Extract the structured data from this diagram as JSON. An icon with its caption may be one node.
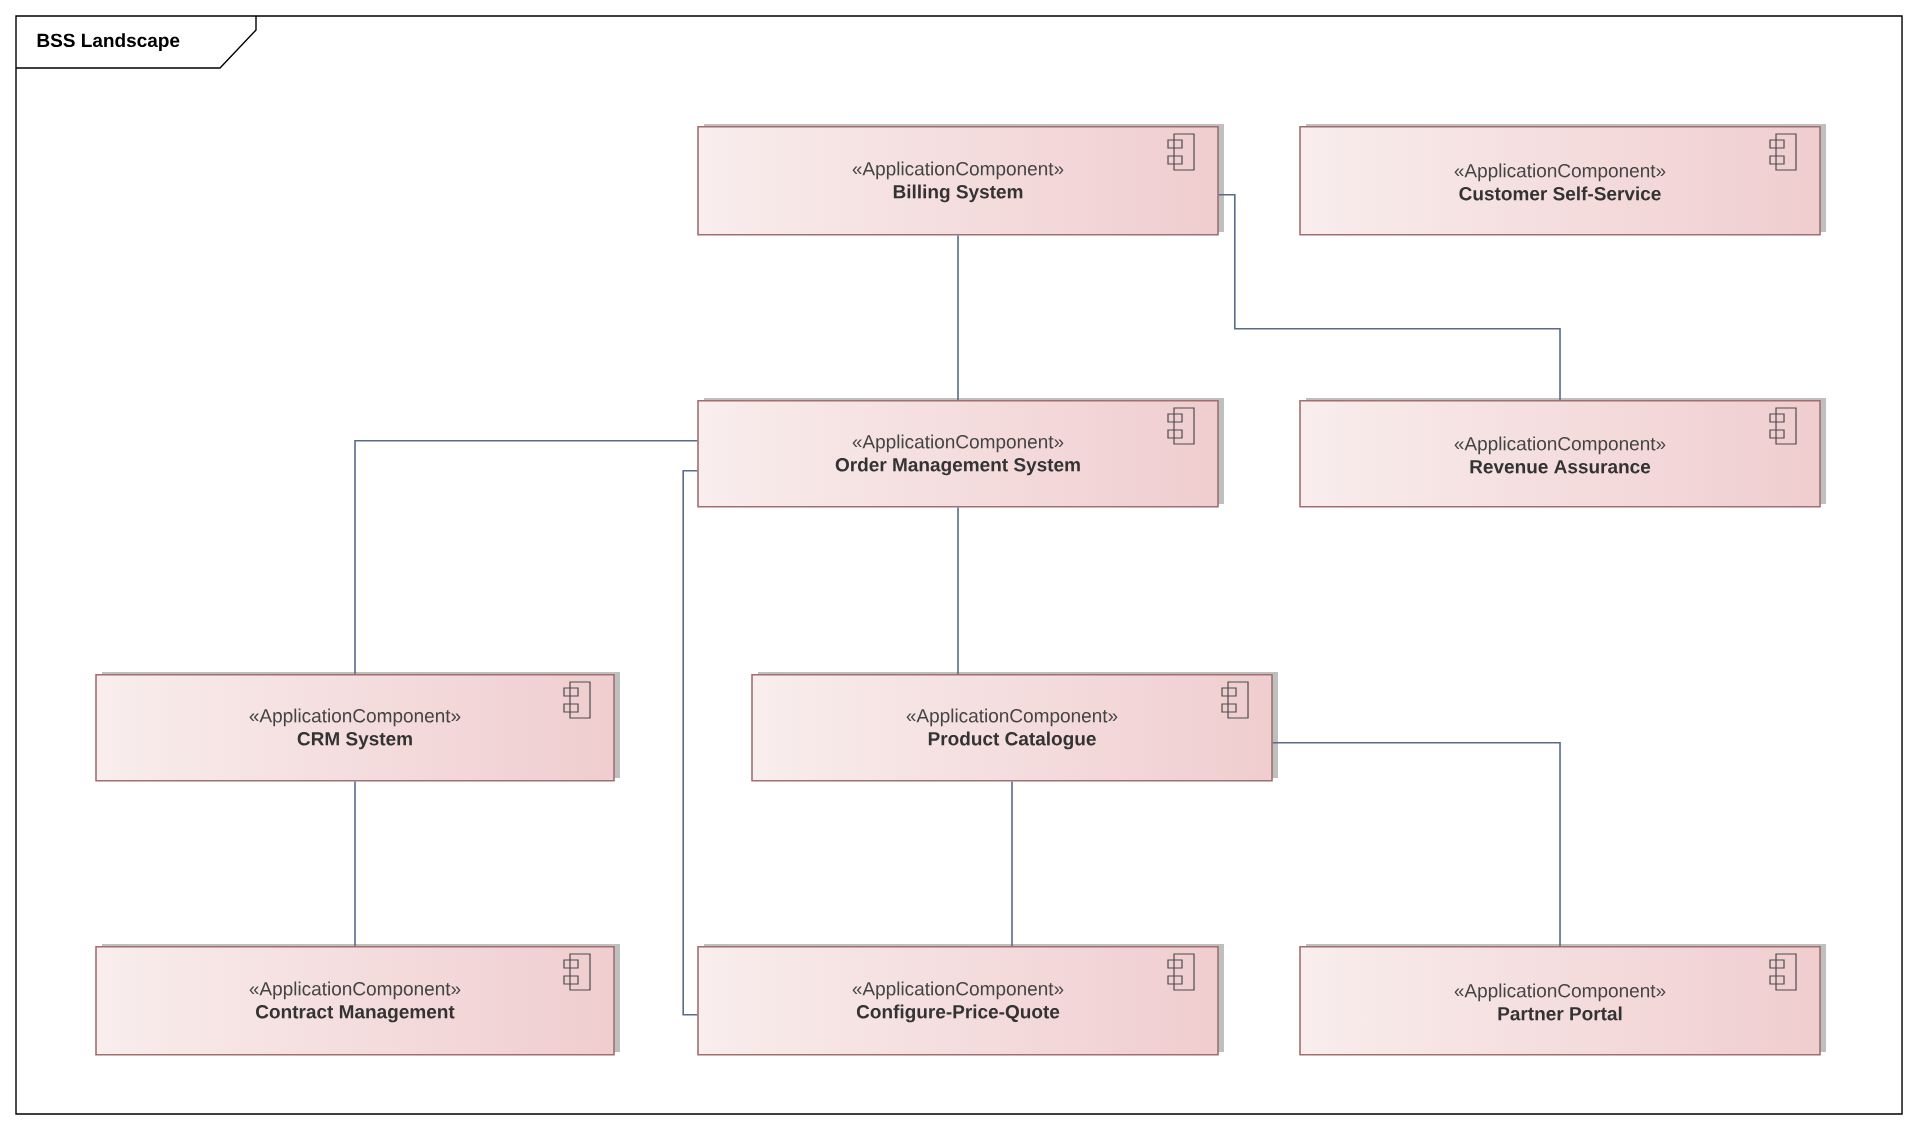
{
  "diagram": {
    "title": "BSS Landscape",
    "nodes": [
      {
        "text": [
          "«ApplicationComponent»",
          "Billing System"
        ]
      },
      {
        "text": [
          "«ApplicationComponent»",
          "Customer Self-Service"
        ]
      },
      {
        "text": [
          "«ApplicationComponent»",
          "Order Management System"
        ]
      },
      {
        "text": [
          "«ApplicationComponent»",
          "Revenue Assurance"
        ]
      },
      {
        "text": [
          "«ApplicationComponent»",
          "CRM System"
        ]
      },
      {
        "text": [
          "«ApplicationComponent»",
          "Product Catalogue"
        ]
      },
      {
        "text": [
          "«ApplicationComponent»",
          "Contract Management"
        ]
      },
      {
        "text": [
          "«ApplicationComponent»",
          "Configure-Price-Quote"
        ]
      },
      {
        "text": [
          "«ApplicationComponent»",
          "Partner Portal"
        ]
      }
    ],
    "edges": [
      {
        "from": 0,
        "to": 2,
        "arrow": "none"
      },
      {
        "from": 0,
        "to": 3,
        "arrow": "none"
      },
      {
        "from": 2,
        "to": 4,
        "arrow": "none"
      },
      {
        "from": 2,
        "to": 7,
        "arrow": "none"
      },
      {
        "from": 2,
        "to": 5,
        "arrow": "none"
      },
      {
        "from": 5,
        "to": 7,
        "arrow": "none"
      },
      {
        "from": 5,
        "to": 8,
        "arrow": "none"
      },
      {
        "from": 4,
        "to": 6,
        "arrow": "none"
      }
    ]
  }
}
